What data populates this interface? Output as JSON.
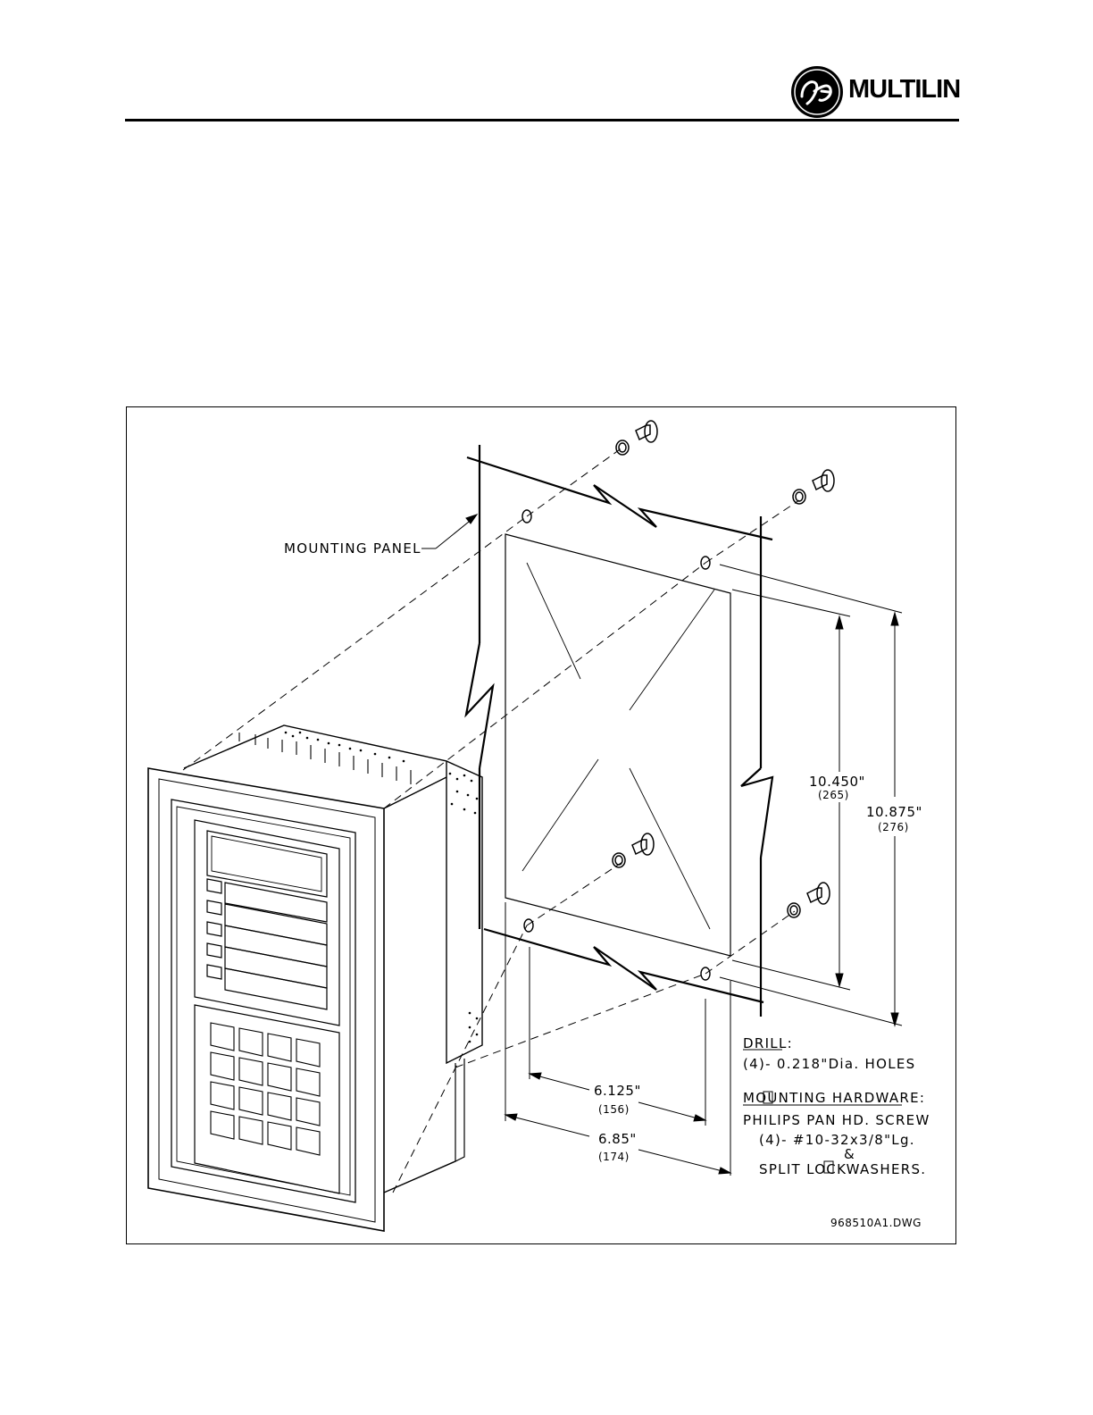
{
  "brand": {
    "name": "MULTILIN"
  },
  "diagram": {
    "labels": {
      "mounting_panel": "MOUNTING PANEL",
      "dim_height_inner": "10.450\"",
      "dim_height_inner_mm": "(265)",
      "dim_height_outer": "10.875\"",
      "dim_height_outer_mm": "(276)",
      "dim_width_inner": "6.125\"",
      "dim_width_inner_mm": "(156)",
      "dim_width_outer": "6.85\"",
      "dim_width_outer_mm": "(174)"
    },
    "notes": {
      "drill_heading": "DRILL:",
      "drill_line": "(4)-  0.218\"Dia. HOLES",
      "hardware_heading": "MOUNTING HARDWARE:",
      "hardware_line1": "PHILIPS PAN HD. SCREW",
      "hardware_line2": "(4)-  #10-32x3/8\"Lg.",
      "hardware_line3": "&",
      "hardware_line4": "SPLIT LOCKWASHERS."
    },
    "drawing_id": "968510A1.DWG"
  }
}
